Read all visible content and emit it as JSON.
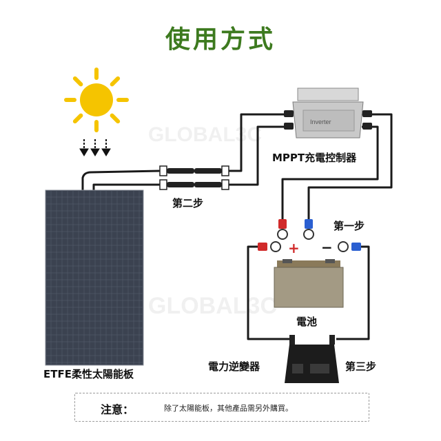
{
  "title": "使用方式",
  "colors": {
    "title": "#3d7a1f",
    "wire": "#1a1a1a",
    "positive": "#d12a2a",
    "negative": "#2a5fd1",
    "sun": "#f5c400"
  },
  "labels": {
    "controller": "MPPT充電控制器",
    "step1": "第一步",
    "step2": "第二步",
    "step3": "第三步",
    "battery": "電池",
    "panel": "ETFE柔性太陽能板",
    "inverter": "電力逆變器",
    "plus": "+",
    "minus": "−",
    "inverter_face": "Inverter"
  },
  "note": {
    "label": "注意：",
    "text": "除了太陽能板，其他產品需另外購買。"
  },
  "watermark": "GLOBAL3C",
  "icons": [
    "sun-icon",
    "sunlight-arrows-icon",
    "mc4-connector-icon",
    "ring-terminal-icon"
  ]
}
